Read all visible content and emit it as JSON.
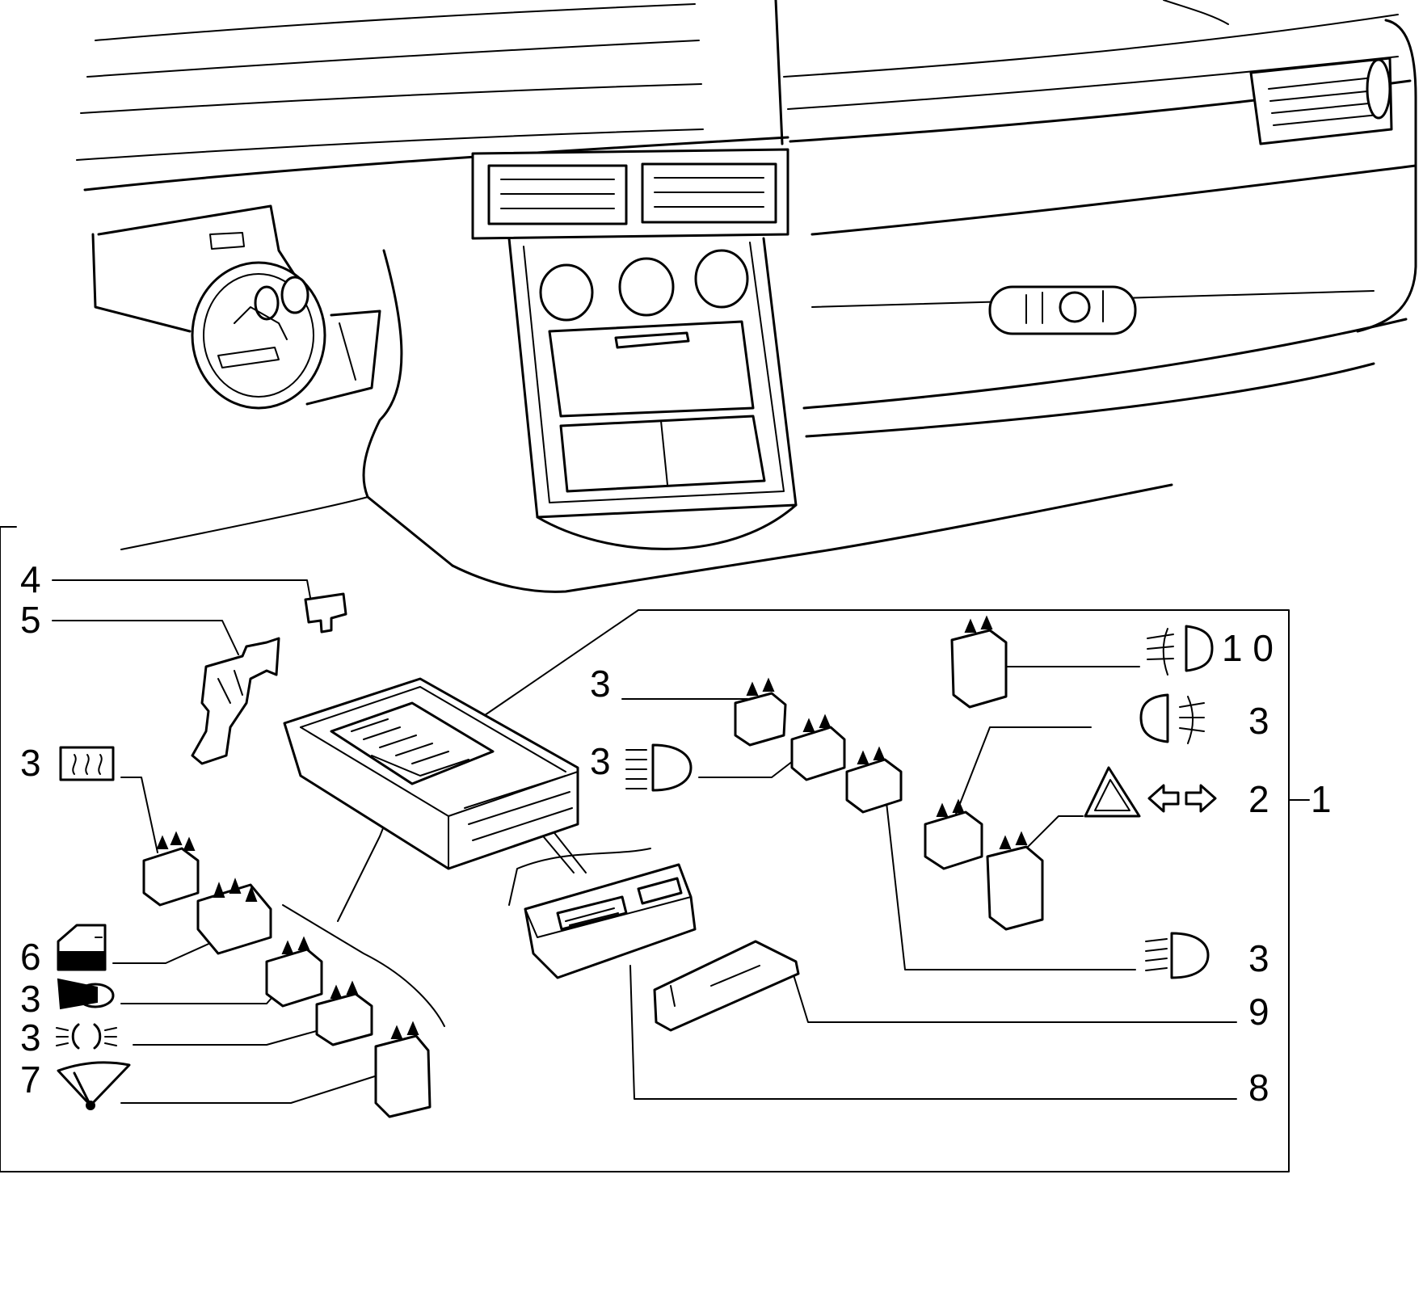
{
  "diagram": {
    "callouts": [
      {
        "id": "c4",
        "text": "4"
      },
      {
        "id": "c5",
        "text": "5"
      },
      {
        "id": "c3-rear-defrost",
        "text": "3"
      },
      {
        "id": "c6",
        "text": "6"
      },
      {
        "id": "c3-horn",
        "text": "3"
      },
      {
        "id": "c3-lights",
        "text": "3"
      },
      {
        "id": "c7",
        "text": "7"
      },
      {
        "id": "c3-top",
        "text": "3"
      },
      {
        "id": "c3-high-beam",
        "text": "3"
      },
      {
        "id": "c10",
        "text": "1 0"
      },
      {
        "id": "c3-rear-fog",
        "text": "3"
      },
      {
        "id": "c2",
        "text": "2"
      },
      {
        "id": "c1",
        "text": "1"
      },
      {
        "id": "c3-low-beam",
        "text": "3"
      },
      {
        "id": "c9",
        "text": "9"
      },
      {
        "id": "c8",
        "text": "8"
      }
    ],
    "symbols": [
      "rear-defrost-icon",
      "door-icon",
      "horn-icon",
      "side-lights-icon",
      "wiper-icon",
      "high-beam-icon",
      "front-fog-icon",
      "rear-fog-icon",
      "hazard-icon",
      "turn-signal-icon",
      "low-beam-icon"
    ]
  }
}
